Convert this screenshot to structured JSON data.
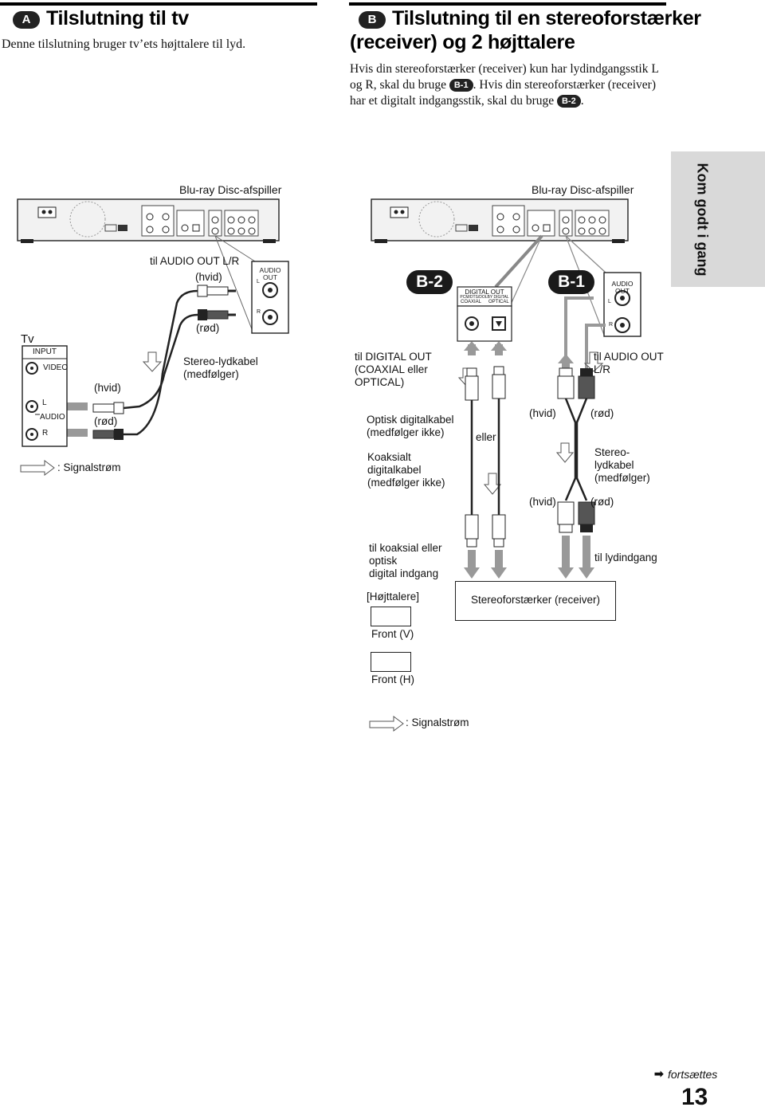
{
  "section_a": {
    "badge": "A",
    "title": "Tilslutning til tv",
    "subtitle": "Denne tilslutning bruger tv’ets højttalere til lyd."
  },
  "section_b": {
    "badge": "B",
    "title_line1": "Tilslutning til en stereoforstærker",
    "title_line2": "(receiver) og 2 højttalere",
    "intro_part1": "Hvis din stereoforstærker (receiver) kun har lydindgangsstik L og R, skal du bruge",
    "intro_badge1": "B-1",
    "intro_part2": ". Hvis din stereoforstærker (receiver) har et digitalt indgangsstik, skal du bruge",
    "intro_badge2": "B-2",
    "intro_part3": "."
  },
  "side_tab": "Kom godt i gang",
  "diagram_a": {
    "player_label": "Blu-ray Disc-afspiller",
    "to_audio_out": "til AUDIO OUT L/R",
    "hvid_top": "(hvid)",
    "rod_top": "(rød)",
    "audio_out_panel": "AUDIO\nOUT",
    "audio_out_line1": "AUDIO",
    "audio_out_line2": "OUT",
    "l": "L",
    "r": "R",
    "tv": "Tv",
    "input": "INPUT",
    "video": "VIDEO",
    "audio": "AUDIO",
    "hvid_left": "(hvid)",
    "rod_left": "(rød)",
    "cable_line1": "Stereo-lydkabel",
    "cable_line2": "(medfølger)",
    "signal_flow": ": Signalstrøm"
  },
  "diagram_b": {
    "player_label": "Blu-ray Disc-afspiller",
    "b2": "B-2",
    "b1": "B-1",
    "digital_out": "DIGITAL OUT",
    "digital_sub": "PCM/DTS/DOLBY DIGITAL",
    "coaxial": "COAXIAL",
    "optical": "OPTICAL",
    "audio_out_line1": "AUDIO",
    "audio_out_line2": "OUT",
    "l": "L",
    "r": "R",
    "to_digital_out_1": "til DIGITAL OUT",
    "to_digital_out_2": "(COAXIAL eller",
    "to_digital_out_3": "OPTICAL)",
    "optical_cable_1": "Optisk digitalkabel",
    "optical_cable_2": "(medfølger ikke)",
    "coax_cable_1": "Koaksialt",
    "coax_cable_2": "digitalkabel",
    "coax_cable_3": "(medfølger ikke)",
    "eller": "eller",
    "to_audio_out_1": "til AUDIO OUT",
    "to_audio_out_2": "L/R",
    "hvid_upper": "(hvid)",
    "rod_upper": "(rød)",
    "stereo_cable_1": "Stereo-",
    "stereo_cable_2": "lydkabel",
    "stereo_cable_3": "(medfølger)",
    "hvid_lower": "(hvid)",
    "rod_lower": "(rød)",
    "to_coax_1": "til koaksial eller",
    "to_coax_2": "optisk",
    "to_coax_3": "digital indgang",
    "to_audio_in": "til lydindgang",
    "speakers": "[Højttalere]",
    "receiver": "Stereoforstærker (receiver)",
    "front_left": "Front (V)",
    "front_right": "Front (H)",
    "signal_flow": ": Signalstrøm"
  },
  "footer": {
    "continues": "fortsættes",
    "page_number": "13"
  }
}
